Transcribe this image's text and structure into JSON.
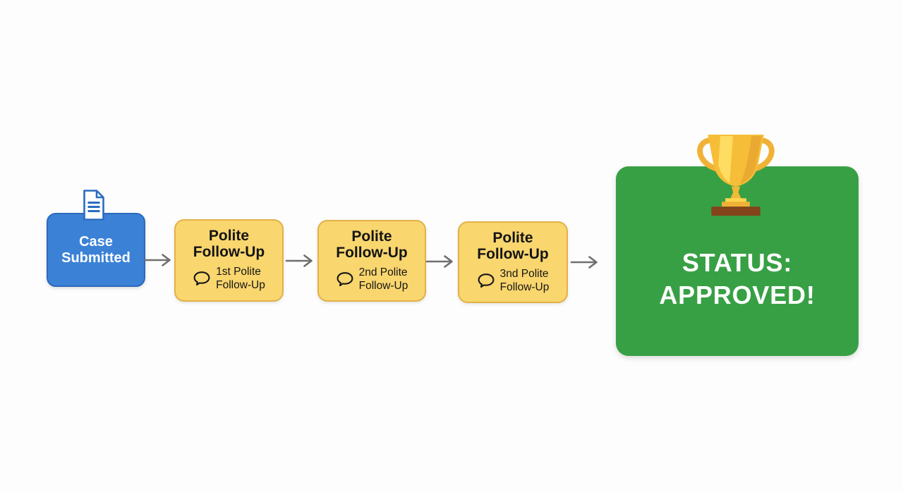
{
  "flowchart": {
    "background": "#fdfdfd",
    "arrow_color": "#6f6f6f",
    "start": {
      "line1": "Case",
      "line2": "Submitted",
      "fill": "#3b82d6",
      "border": "#2b69bd",
      "text_color": "#ffffff",
      "icon": "document-icon"
    },
    "followup_fill": "#f9d66e",
    "followup_border": "#e3b148",
    "followup_text_color": "#141414",
    "followups": [
      {
        "title_line1": "Polite",
        "title_line2": "Follow-Up",
        "subtitle_line1": "1st Polite",
        "subtitle_line2": "Follow-Up",
        "icon": "speech-bubble-icon"
      },
      {
        "title_line1": "Polite",
        "title_line2": "Follow-Up",
        "subtitle_line1": "2nd Polite",
        "subtitle_line2": "Follow-Up",
        "icon": "speech-bubble-icon"
      },
      {
        "title_line1": "Polite",
        "title_line2": "Follow-Up",
        "subtitle_line1": "3nd Polite",
        "subtitle_line2": "Follow-Up",
        "icon": "speech-bubble-icon"
      }
    ],
    "end": {
      "line1": "STATUS:",
      "line2": "APPROVED!",
      "fill": "#38a044",
      "text_color": "#ffffff",
      "icon": "trophy-icon",
      "trophy_gold": "#f6be38",
      "trophy_highlight": "#ffdc62",
      "trophy_base": "#84431a"
    }
  }
}
